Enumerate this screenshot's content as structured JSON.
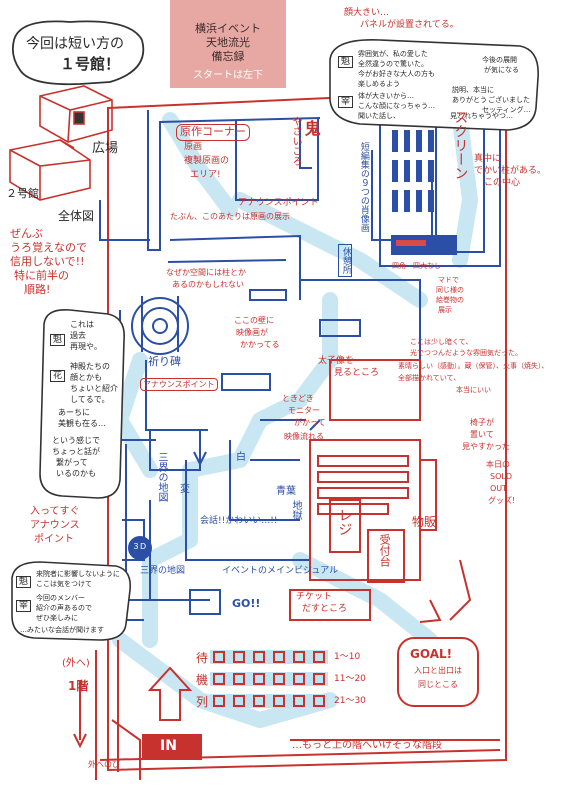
{
  "title_box": {
    "line1": "横浜イベント",
    "line2": "天地流光",
    "line3": "備忘録",
    "start": "スタートは左下"
  },
  "header_bubble": {
    "line1": "今回は短い方の",
    "line2": "１号館！"
  },
  "overview": {
    "building2": "２号館",
    "plaza": "広場",
    "label": "全体図"
  },
  "left_notes": {
    "zenbu_line1": "ぜんぶ",
    "zenbu_line2": "うろ覚えなので",
    "zenbu_line3": "信用しないで!!",
    "zenbu_line4": "特に前半の",
    "zenbu_line5": "順路!",
    "kai_note1": "これは",
    "kai_note2": "過去",
    "kai_note3": "再現や。",
    "kai_tag": "魁",
    "hana_tag": "花",
    "hana_note1": "神殿たちの",
    "hana_note2": "顔とかも",
    "hana_note3": "ちょいと紹介",
    "hana_note4": "してるで。",
    "hana_note5": "あーちに",
    "hana_note6": "美観も在る…",
    "kai_note4": "という感じで",
    "kai_note5": "ちょっと話が",
    "kai_note6": "繋がって",
    "kai_note7": "いるのかも"
  },
  "announce_note": {
    "line1": "入ってすぐ",
    "line2": "アナウンス",
    "line3": "ポイント",
    "kai_tag": "魁",
    "kai_text1": "来院者に影響しないように",
    "kai_text2": "ここは気をつけて",
    "sai_tag": "宰",
    "sai_text1": "今回のメンバー",
    "sai_text2": "紹介の声あるので",
    "sai_text3": "ぜひ楽しみに",
    "sai_text4": "…みたいな会話が聞けます"
  },
  "top_right_note": {
    "head1": "顔大きい…",
    "head2": "パネルが設置されてる。",
    "kai_tag": "魁",
    "kai_text1": "雰囲気が、私の愛した",
    "kai_text2": "全然違うので驚いた。",
    "kai_text3": "今がお好きな大人の方も",
    "kai_text4": "楽しめるよう",
    "sai_tag": "宰",
    "sai_text1": "体が大きいから…",
    "sai_text2": "こんな顔になっちゃう…",
    "sai_text3": "聞いた話し、",
    "sai_text4": "見とれちゃうやつ…",
    "extra1": "今後の展開",
    "extra2": "が気になる",
    "extra3": "説明、本当に",
    "extra4": "ありがとう",
    "extra5": "ございました",
    "extra6": "セッティング…"
  },
  "map": {
    "gensaku": "原作コーナー",
    "gensaku_sub1": "原画",
    "gensaku_sub2": "複製原画の",
    "gensaku_sub3": "エリア!",
    "oni": "鬼",
    "oni2": "やさいころ",
    "announce1": "アナウンスポイント",
    "original_art": "たぶん、このあたりは原画の展示",
    "kabe": "なぜか空間には柱とか",
    "kabe2": "あるのかもしれない",
    "kaidan": "短編集の９つの肖像画",
    "screen": "スクリーン",
    "screen_note1": "真中に",
    "screen_note2": "でかい柱がある。",
    "screen_note3": "この中心",
    "four_sides": "四角・四大なし",
    "frames1": "マドで",
    "frames2": "同じ様の",
    "frames3": "絵巻物の",
    "frames4": "展示",
    "kyukei": "休憩所",
    "prayer": "祈り碑",
    "announce2": "アナウンスポイント",
    "kokono": "ここの壁に",
    "kokono2": "映像画が",
    "kokono3": "かかってる",
    "taiko1": "太子像を",
    "taiko2": "見るところ",
    "taiko_note1": "ここは少し暗くて、",
    "taiko_note2": "光でつつんだような雰囲気だった。",
    "taiko_note3": "素晴らしい（感動）。蔵（保管）、火事（焼失）、",
    "taiko_note4": "全部描かれていて、",
    "taiko_note5": "本当にいい",
    "monitor1": "ときどき",
    "monitor2": "モニター",
    "monitor3": "がかって",
    "monitor4": "映像流れる",
    "sanjiku": "三界の地図",
    "sanjiku_v": "三界の地図",
    "kaiwa": "会話!!かわいい…!!",
    "hen": "変",
    "shiro": "白",
    "aoba": "青葉",
    "tsuji": "地獄",
    "event_main": "イベントのメインビジュアル",
    "kaigi": "３D",
    "sekai_map": "三界の地図",
    "goods": "物販",
    "register": "レジ",
    "counter": "受付台",
    "go": "GO!!",
    "ticket1": "チケット",
    "ticket2": "だすところ",
    "goal": "GOAL!",
    "goal2": "入口と出口は",
    "goal3": "同じとこる",
    "soldout1": "本日の",
    "soldout2": "SOLD",
    "soldout3": "OUT",
    "soldout4": "グッズ!",
    "chair1": "椅子が",
    "chair2": "置いて",
    "chair3": "見やすかった",
    "outside": "(外へ)",
    "floor": "1階",
    "wait1": "待",
    "wait2": "機",
    "wait3": "列",
    "range1": "1～10",
    "range2": "11～20",
    "range3": "21～30",
    "entrance": "IN",
    "stairs": "…もっと上の階へいけそうな階段",
    "stairs_side": "外へのび"
  }
}
